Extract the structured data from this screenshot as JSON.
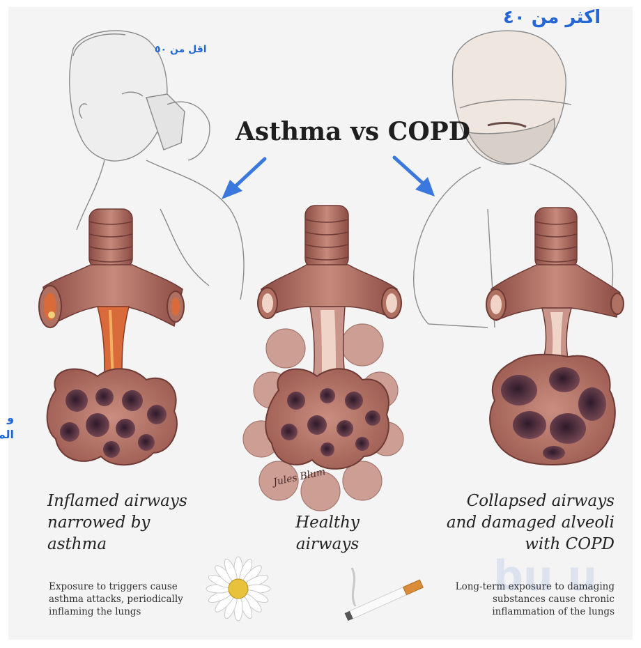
{
  "header": {
    "title": "Asthma vs COPD",
    "arabic_top_right": "اكثر من ٤٠",
    "arabic_child": "اقل من ٥٠",
    "arabic_edge_line1": "و",
    "arabic_edge_line2": "الم"
  },
  "panels": {
    "left_caption_lines": [
      "Inflamed airways",
      "narrowed by",
      "asthma"
    ],
    "middle_caption_lines": [
      "Healthy",
      "airways"
    ],
    "right_caption_lines": [
      "Collapsed airways",
      "and damaged alveoli",
      "with COPD"
    ]
  },
  "notes": {
    "left_lines": [
      "Exposure to triggers cause",
      "asthma attacks, periodically",
      "inflaming the lungs"
    ],
    "right_lines": [
      "Long-term exposure to damaging",
      "substances cause chronic",
      "inflammation of the lungs"
    ]
  },
  "signature": "Jules Blum",
  "watermark": "bu u",
  "colors": {
    "arabic_text": "#2367d6",
    "arrow": "#3a78de",
    "tissue": "#b07062",
    "tissue_dark": "#6e3a35",
    "inflamed": "#d96a3a",
    "lumen": "#4a2a3a"
  },
  "icons": [
    "flower-icon",
    "cigarette-icon",
    "arrow-icon"
  ]
}
